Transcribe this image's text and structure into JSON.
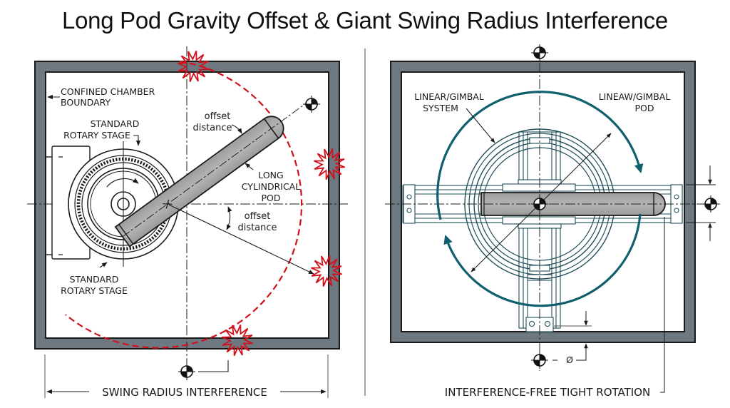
{
  "title": "Long Pod Gravity Offset & Giant Swing Radius Interference",
  "colors": {
    "wall": "#6e7880",
    "wall_outline": "#1a1a1a",
    "interference": "#d0101a",
    "rotation_arrow": "#0f5f6e",
    "pod": "#a8a8a8",
    "ink": "#1a1a1a",
    "divider": "#888888"
  },
  "left_panel": {
    "name": "Standard rotary stage configuration",
    "labels": {
      "chamber_boundary_line1": "CONFINED CHAMBER",
      "chamber_boundary_line2": "BOUNDARY",
      "rotary_stage_top_line1": "STANDARD",
      "rotary_stage_top_line2": "ROTARY STAGE",
      "offset_distance_top_line1": "offset",
      "offset_distance_top_line2": "distance",
      "pod_line1": "LONG",
      "pod_line2": "CYLINDRICAL",
      "pod_line3": "POD",
      "offset_distance_mid_line1": "offset",
      "offset_distance_mid_line2": "distance",
      "rotary_stage_bottom_line1": "STANDARD",
      "rotary_stage_bottom_line2": "ROTARY STAGE",
      "dimension": "SWING RADIUS INTERFERENCE"
    },
    "interference_points": 4,
    "icons": [
      "collision-burst-icon",
      "center-of-gravity-icon",
      "rotation-arrow-icon"
    ]
  },
  "right_panel": {
    "name": "Linear/gimbal system configuration",
    "labels": {
      "system_line1": "LINEAR/GIMBAL",
      "system_line2": "SYSTEM",
      "pod_line1": "LINEAW/GIMBAL",
      "pod_line2": "POD",
      "diameter_symbol": "Ø",
      "dimension": "INTERFERENCE-FREE TIGHT ROTATION"
    },
    "icons": [
      "center-of-gravity-icon",
      "rotation-arrow-icon"
    ]
  }
}
